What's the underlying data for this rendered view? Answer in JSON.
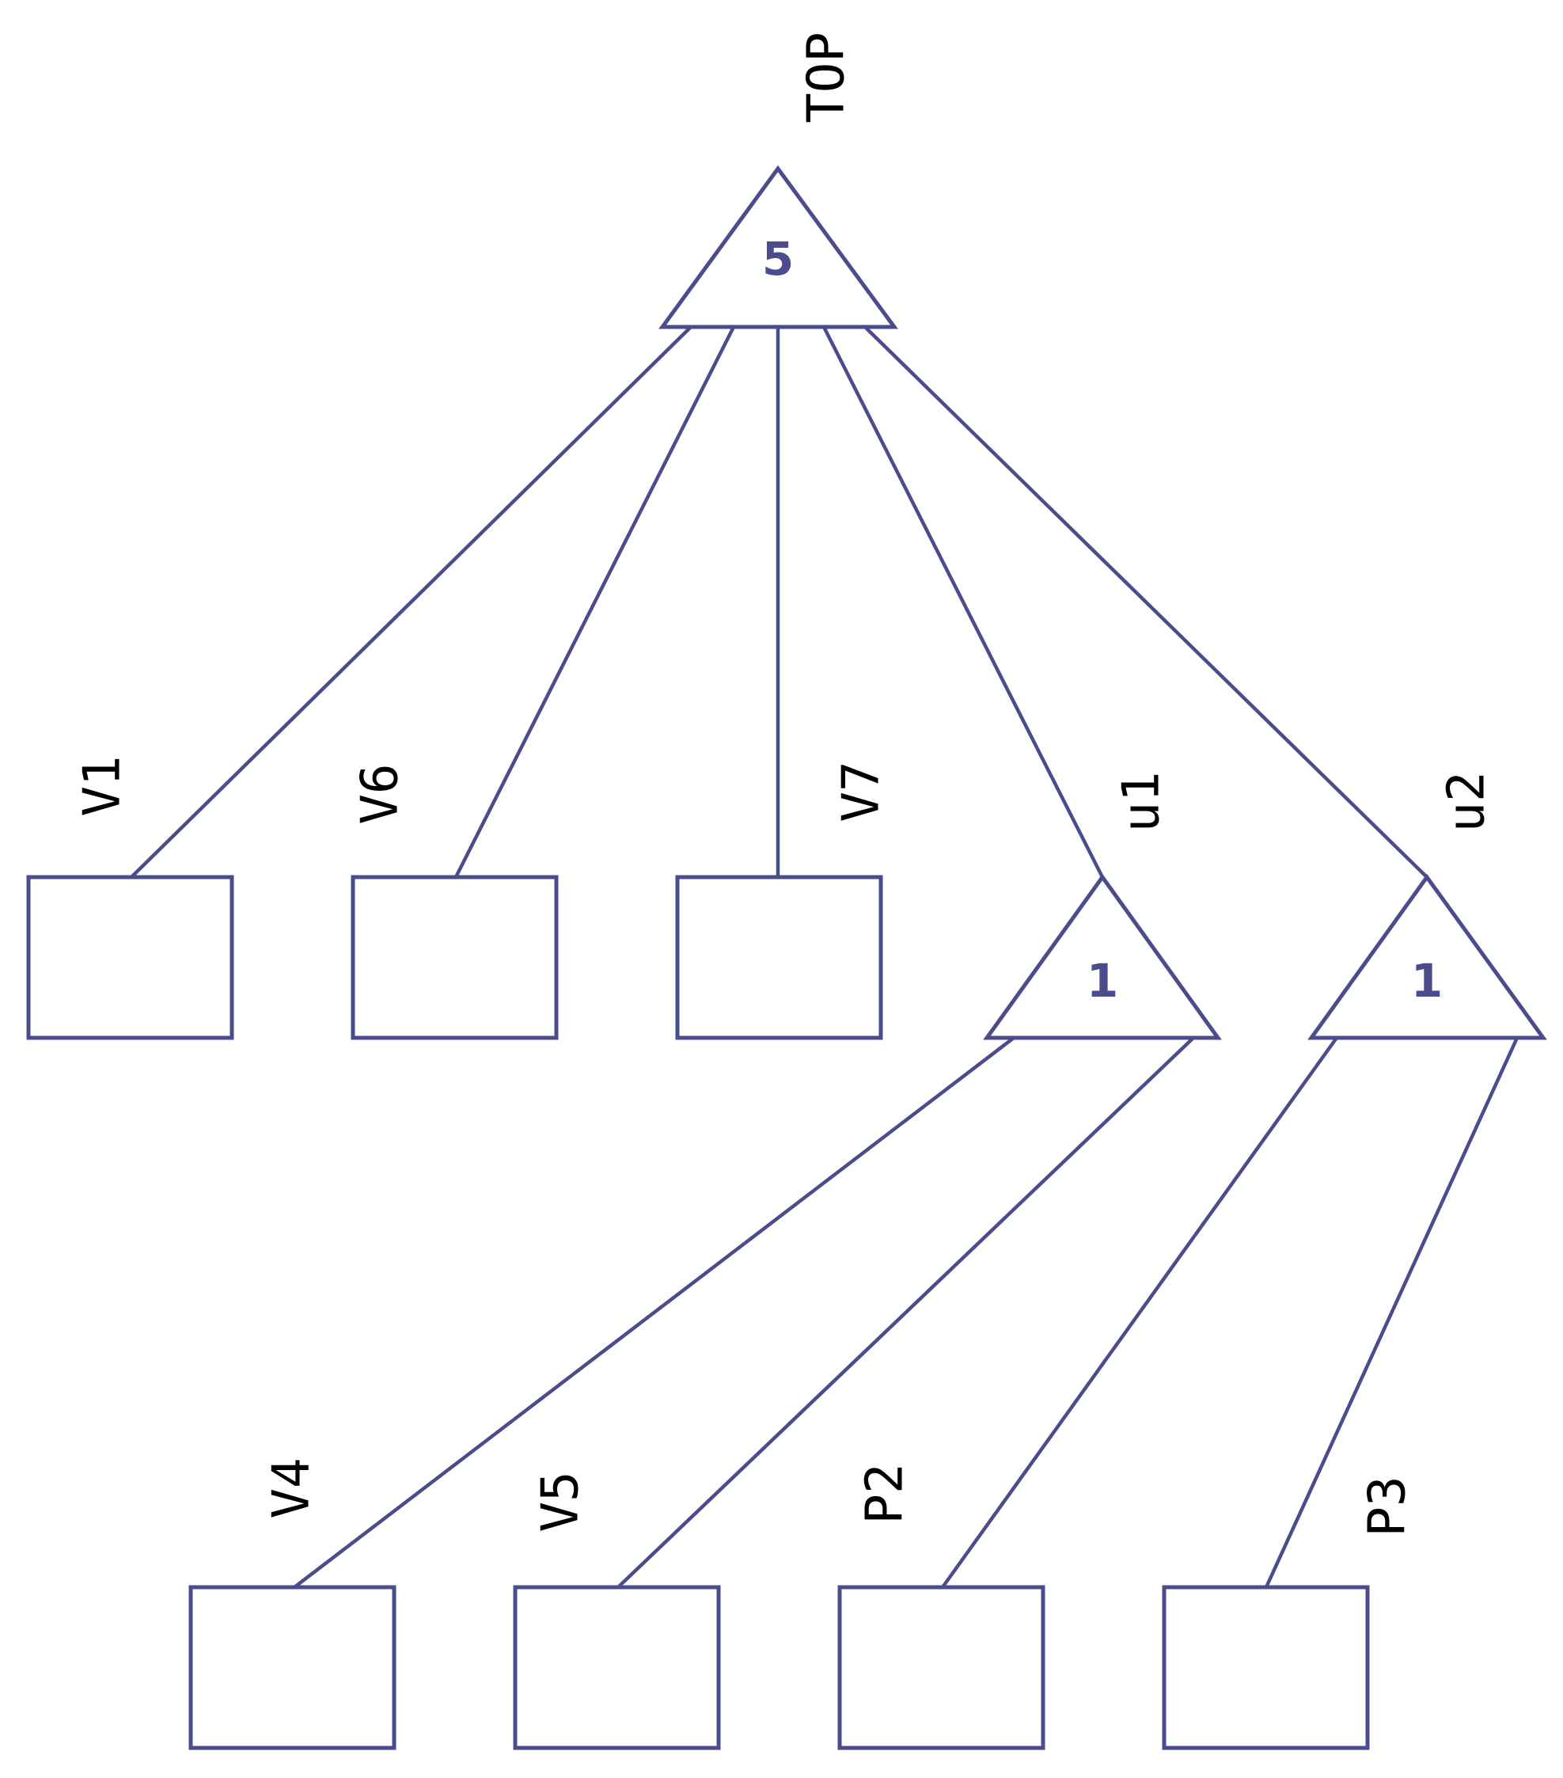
{
  "colors": {
    "stroke": "#4b4c8c",
    "label": "#000000",
    "background": "#ffffff"
  },
  "gates": [
    {
      "id": "TOP",
      "label": "TOP",
      "value": "5"
    },
    {
      "id": "u1",
      "label": "u1",
      "value": "1"
    },
    {
      "id": "u2",
      "label": "u2",
      "value": "1"
    }
  ],
  "events": [
    {
      "id": "V1",
      "label": "V1"
    },
    {
      "id": "V6",
      "label": "V6"
    },
    {
      "id": "V7",
      "label": "V7"
    },
    {
      "id": "V4",
      "label": "V4"
    },
    {
      "id": "V5",
      "label": "V5"
    },
    {
      "id": "P2",
      "label": "P2"
    },
    {
      "id": "P3",
      "label": "P3"
    }
  ],
  "edges": [
    [
      "TOP",
      "V1"
    ],
    [
      "TOP",
      "V6"
    ],
    [
      "TOP",
      "V7"
    ],
    [
      "TOP",
      "u1"
    ],
    [
      "TOP",
      "u2"
    ],
    [
      "u1",
      "V4"
    ],
    [
      "u1",
      "V5"
    ],
    [
      "u2",
      "P2"
    ],
    [
      "u2",
      "P3"
    ]
  ]
}
